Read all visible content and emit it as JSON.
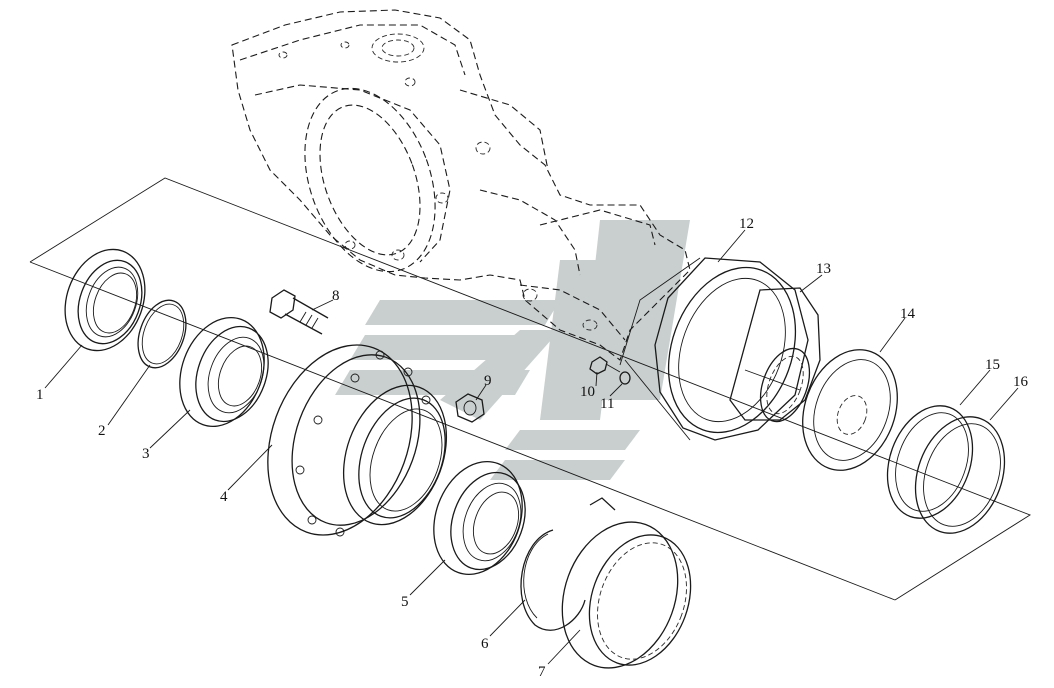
{
  "diagram": {
    "callouts": [
      {
        "id": "1",
        "text": "1"
      },
      {
        "id": "2",
        "text": "2"
      },
      {
        "id": "3",
        "text": "3"
      },
      {
        "id": "4",
        "text": "4"
      },
      {
        "id": "5",
        "text": "5"
      },
      {
        "id": "6",
        "text": "6"
      },
      {
        "id": "7",
        "text": "7"
      },
      {
        "id": "8",
        "text": "8"
      },
      {
        "id": "9",
        "text": "9"
      },
      {
        "id": "10",
        "text": "10"
      },
      {
        "id": "11",
        "text": "11"
      },
      {
        "id": "12",
        "text": "12"
      },
      {
        "id": "13",
        "text": "13"
      },
      {
        "id": "14",
        "text": "14"
      },
      {
        "id": "15",
        "text": "15"
      },
      {
        "id": "16",
        "text": "16"
      }
    ]
  },
  "colors": {
    "line": "#1a1a1a",
    "watermark": "#c9cfcf",
    "background": "#ffffff"
  }
}
